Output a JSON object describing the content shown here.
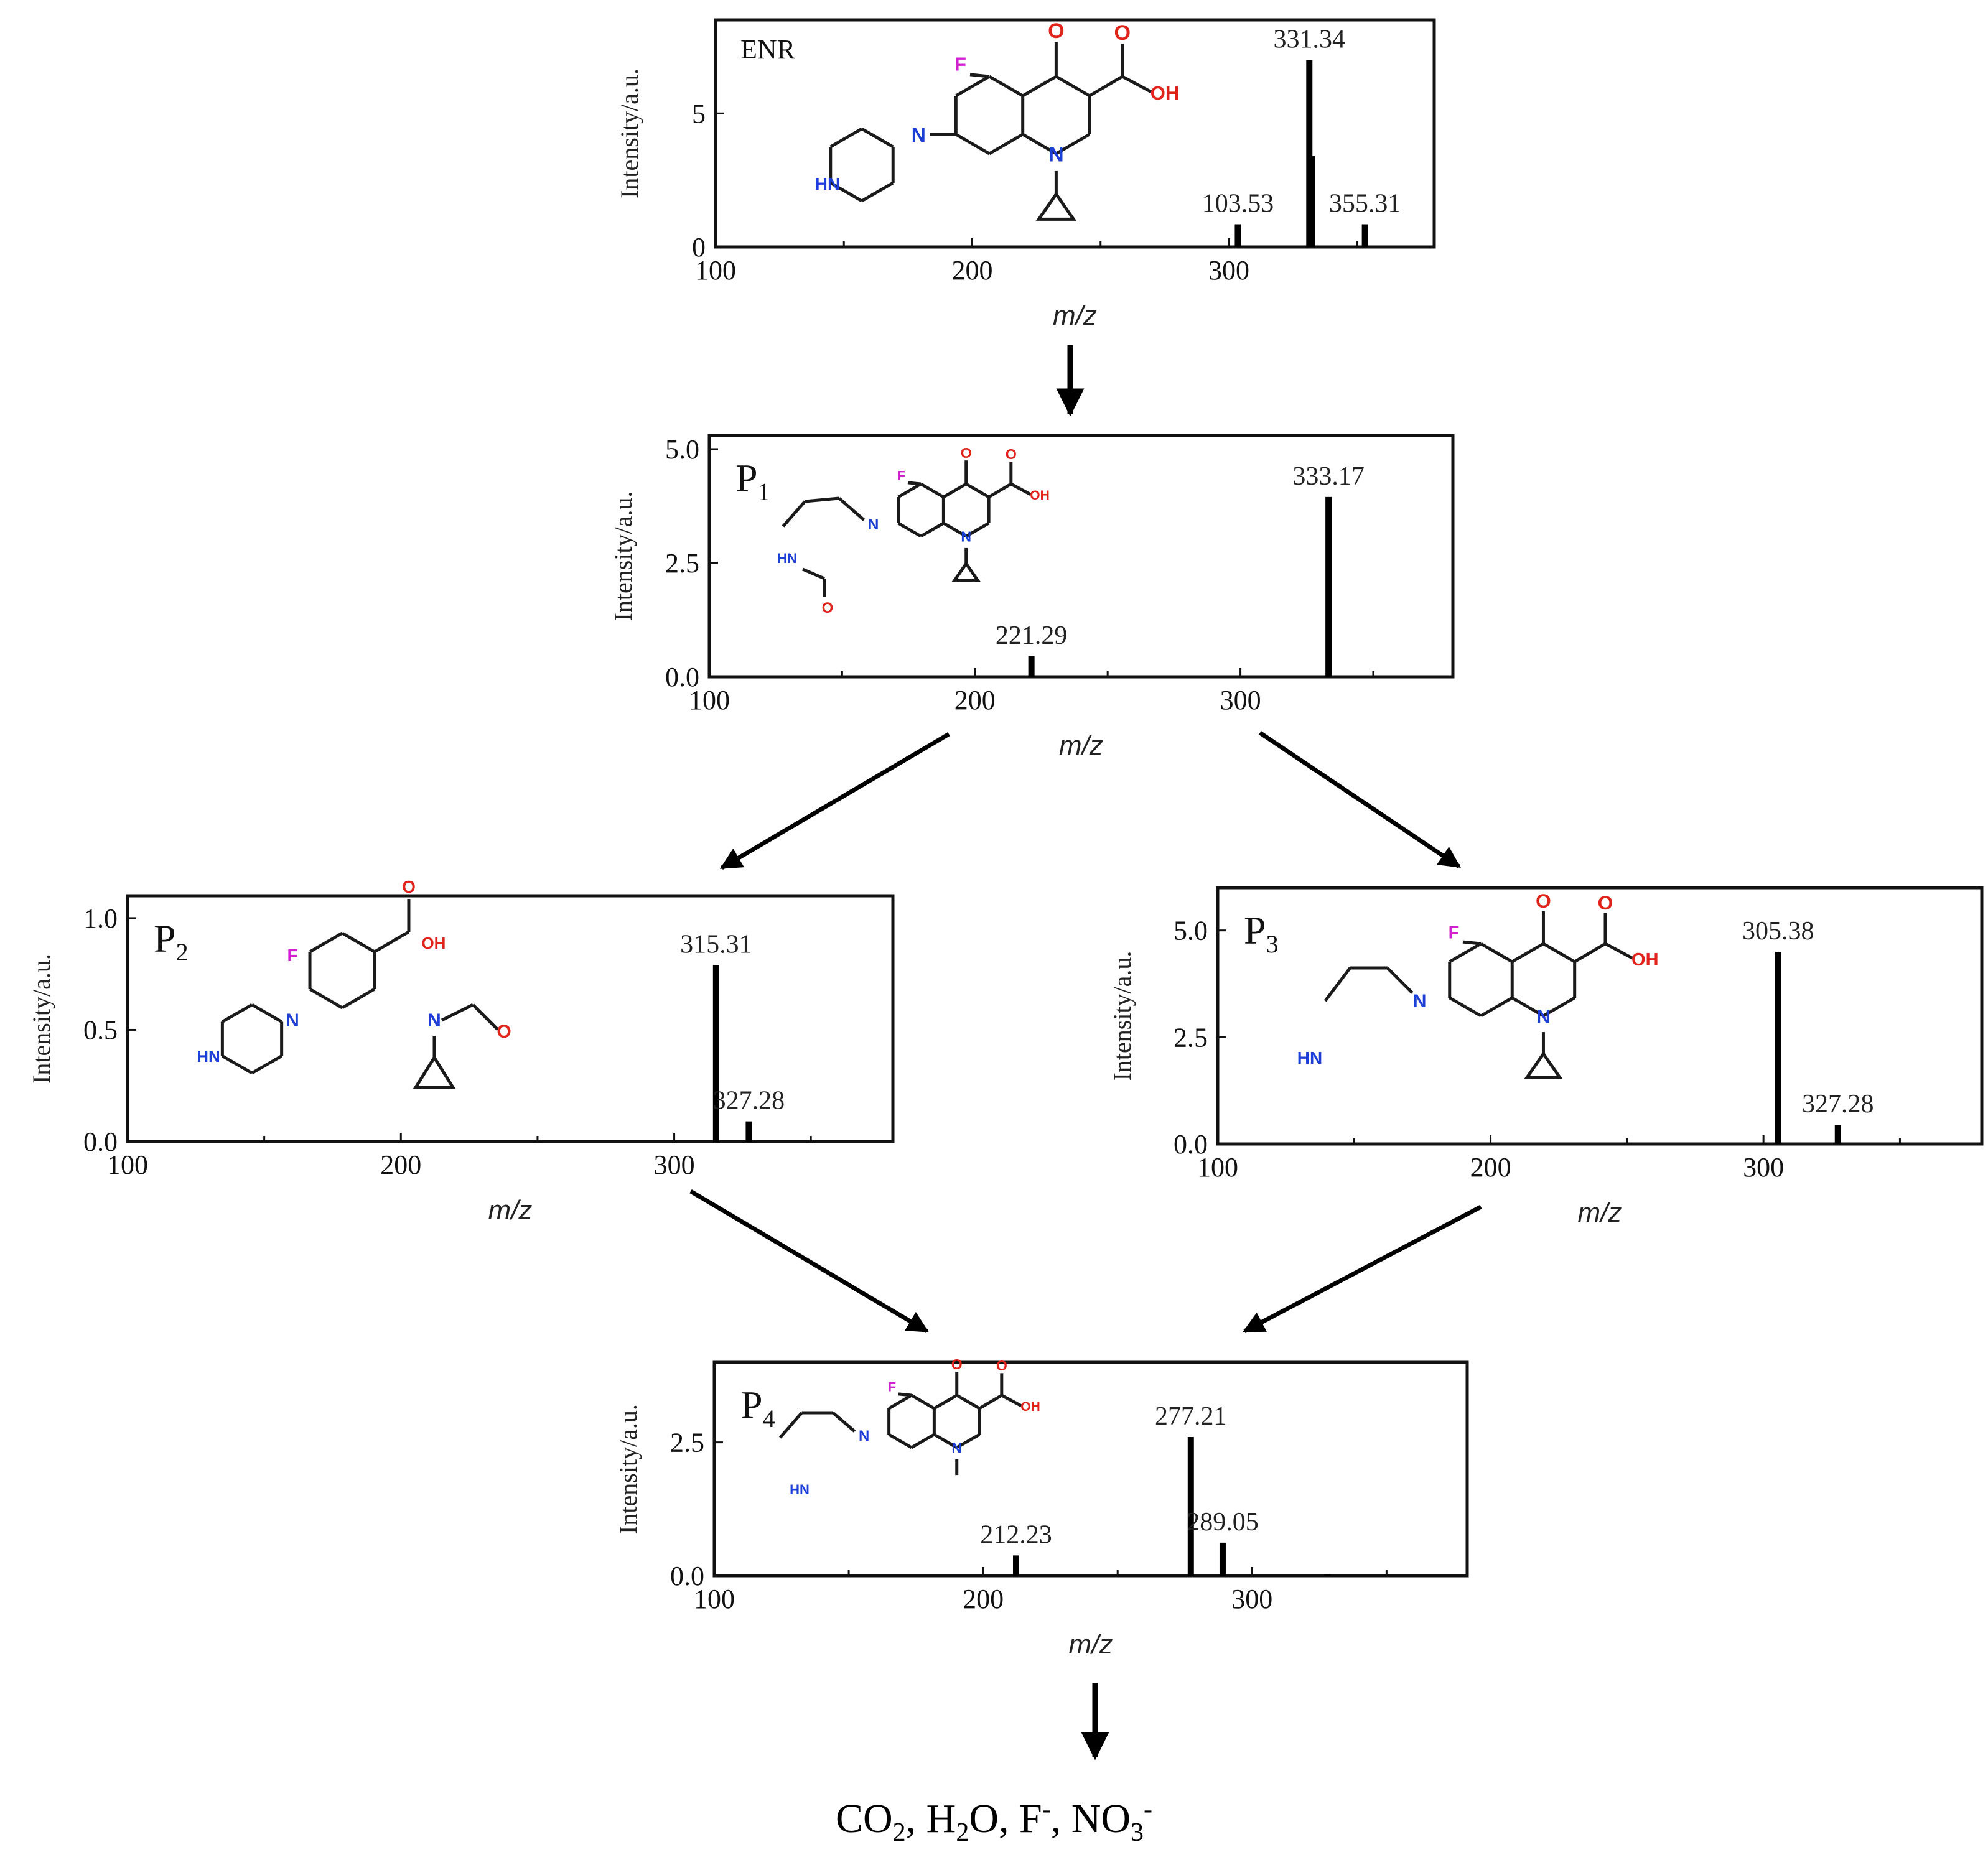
{
  "colors": {
    "frame": "#111111",
    "bond": "#1a1a1a",
    "oxygen": "#e0231b",
    "nitrogen": "#1d3fd6",
    "fluorine": "#d020d0"
  },
  "atoms": {
    "O": "O",
    "N": "N",
    "F": "F",
    "OH": "OH",
    "HN": "HN"
  },
  "final_products": {
    "parts": [
      {
        "t": "CO"
      },
      {
        "t": "2",
        "s": "sub"
      },
      {
        "t": ", H"
      },
      {
        "t": "2",
        "s": "sub"
      },
      {
        "t": "O, F"
      },
      {
        "t": "-",
        "s": "sup"
      },
      {
        "t": ", NO"
      },
      {
        "t": "3",
        "s": "sub"
      },
      {
        "t": "-",
        "s": "sup"
      }
    ]
  },
  "chart_data": [
    {
      "id": "ENR",
      "type": "bar",
      "label": "ENR",
      "ylabel": "Intensity/a.u.",
      "xlabel": "m/z",
      "xlim": [
        100,
        380
      ],
      "ylim": [
        0,
        8.5
      ],
      "xticks": [
        "100",
        "200",
        "300"
      ],
      "yticks": [
        "0",
        "5"
      ],
      "peaks": [
        {
          "x": 303.5,
          "y": 0.85,
          "label": "103.53"
        },
        {
          "x": 331.34,
          "y": 7.0,
          "label": "331.34"
        },
        {
          "x": 332.3,
          "y": 3.4,
          "label": ""
        },
        {
          "x": 353.0,
          "y": 0.85,
          "label": "355.31"
        }
      ]
    },
    {
      "id": "P1",
      "type": "bar",
      "label": "P",
      "label_sub": "1",
      "ylabel": "Intensity/a.u.",
      "xlabel": "m/z",
      "xlim": [
        100,
        380
      ],
      "ylim": [
        0,
        5.3
      ],
      "xticks": [
        "100",
        "200",
        "300"
      ],
      "yticks": [
        "0.0",
        "2.5",
        "5.0"
      ],
      "peaks": [
        {
          "x": 221.29,
          "y": 0.45,
          "label": "221.29"
        },
        {
          "x": 333.17,
          "y": 3.95,
          "label": "333.17"
        }
      ]
    },
    {
      "id": "P2",
      "type": "bar",
      "label": "P",
      "label_sub": "2",
      "ylabel": "Intensity/a.u.",
      "xlabel": "m/z",
      "xlim": [
        100,
        380
      ],
      "ylim": [
        0,
        1.1
      ],
      "xticks": [
        "100",
        "200",
        "300"
      ],
      "yticks": [
        "0.0",
        "0.5",
        "1.0"
      ],
      "peaks": [
        {
          "x": 315.31,
          "y": 0.79,
          "label": "315.31"
        },
        {
          "x": 327.28,
          "y": 0.09,
          "label": "327.28"
        }
      ]
    },
    {
      "id": "P3",
      "type": "bar",
      "label": "P",
      "label_sub": "3",
      "ylabel": "Intensity/a.u.",
      "xlabel": "m/z",
      "xlim": [
        100,
        380
      ],
      "ylim": [
        0,
        6.0
      ],
      "xticks": [
        "100",
        "200",
        "300"
      ],
      "yticks": [
        "0.0",
        "2.5",
        "5.0"
      ],
      "peaks": [
        {
          "x": 305.38,
          "y": 4.5,
          "label": "305.38"
        },
        {
          "x": 327.28,
          "y": 0.45,
          "label": "327.28"
        }
      ]
    },
    {
      "id": "P4",
      "type": "bar",
      "label": "P",
      "label_sub": "4",
      "ylabel": "Intensity/a.u.",
      "xlabel": "m/z",
      "xlim": [
        100,
        380
      ],
      "ylim": [
        0,
        4.0
      ],
      "xticks": [
        "100",
        "200",
        "300"
      ],
      "yticks": [
        "0.0",
        "2.5"
      ],
      "peaks": [
        {
          "x": 212.23,
          "y": 0.38,
          "label": "212.23"
        },
        {
          "x": 277.21,
          "y": 2.6,
          "label": "277.21"
        },
        {
          "x": 289.05,
          "y": 0.62,
          "label": "289.05"
        },
        {
          "x": 328.0,
          "y": 0.03,
          "label": ""
        }
      ]
    }
  ]
}
